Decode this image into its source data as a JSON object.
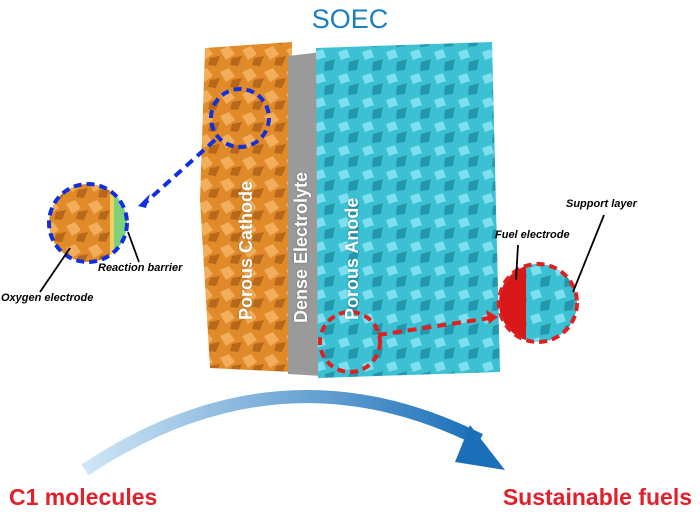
{
  "title": "SOEC",
  "layers": {
    "cathode": "Porous Cathode",
    "electrolyte": "Dense Electrolyte",
    "anode": "Porous Anode"
  },
  "left_inset": {
    "reaction_barrier": "Reaction barrier",
    "oxygen_electrode": "Oxygen electrode"
  },
  "right_inset": {
    "fuel_electrode": "Fuel electrode",
    "support_layer": "Support layer"
  },
  "flow": {
    "from": "C1 molecules",
    "to": "Sustainable fuels"
  },
  "colors": {
    "title": "#1a7fc0",
    "cathode": "#e08a2a",
    "anode": "#3cc0d4",
    "electrolyte": "#9a9a9a",
    "highlight_blue": "#1030e0",
    "highlight_red": "#e02020",
    "accent_red": "#e0202a"
  }
}
